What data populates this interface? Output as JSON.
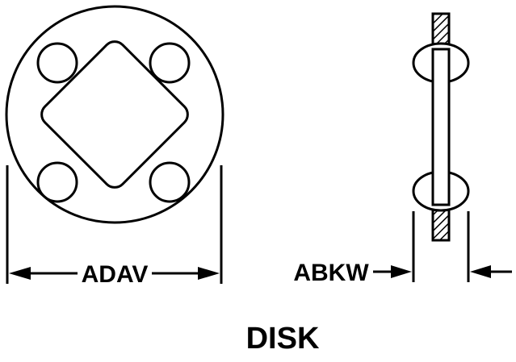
{
  "labels": {
    "diameter": "ADAV",
    "thickness": "ABKW",
    "title": "DISK"
  }
}
